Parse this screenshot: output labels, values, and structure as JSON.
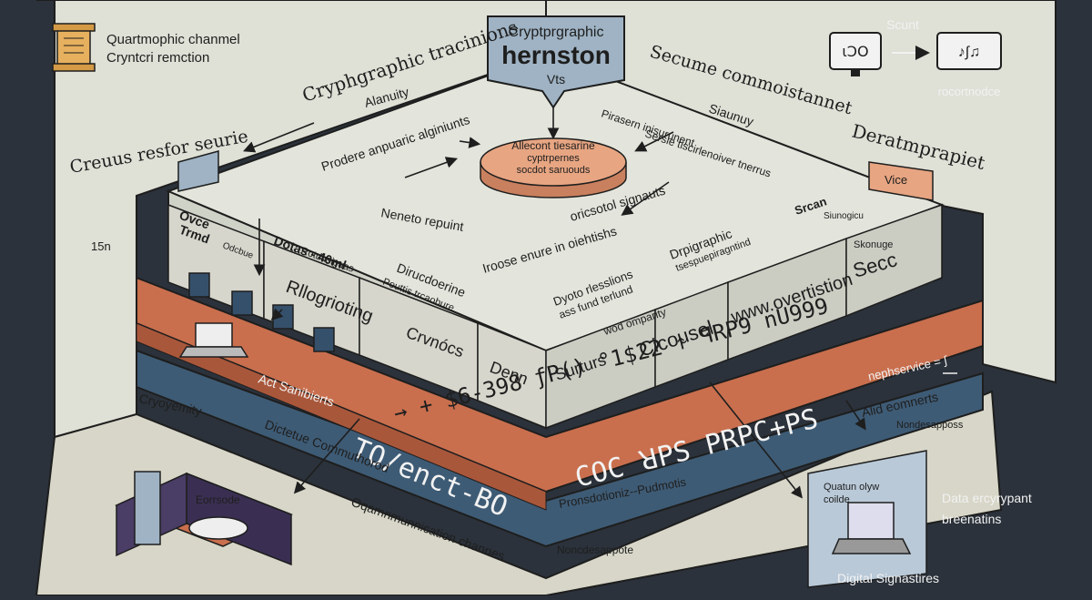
{
  "colors": {
    "background": "#2b323b",
    "panel": "#dfe0d6",
    "platform_top": "#cfd2c7",
    "block_face": "#d6d6cc",
    "orange_band": "#c96f4e",
    "navy_band": "#3e5b75",
    "badge_fill": "#9fb3c4",
    "disk": "#e7a582",
    "ink": "#1e1e1e"
  },
  "legend": {
    "line1": "Quartmophic chanmel",
    "line2": "Cryntcri remction",
    "icon": "scroll-icon"
  },
  "title_badge": {
    "line1": "Cryptprgraphic",
    "line2": "hernston",
    "line3": "Vts"
  },
  "top_right": {
    "label_top": "Scunt",
    "label_bottom": "rocortnodce",
    "icon_left": "monitor-icon",
    "icon_right": "waveform-icon"
  },
  "panel_labels": {
    "left_header": "Cryphgraphic tracinions",
    "left_side": "Creuus resfor seurie",
    "right_header": "Secume commoistannet",
    "right_side": "Deratmprapiet",
    "right_tag": "Vice",
    "left_num": "15n",
    "alanuity": "Alanuity",
    "siaunuy": "Siaunuy"
  },
  "platform": {
    "disk_text": [
      "Allecont tiesarine",
      "cyptrpernes",
      "socdot saruouds"
    ],
    "note_left": "Prodere anpuaric alginiunts",
    "note_right1": "Pirasern inisurunent",
    "note_right2": "Sersie tiscirlenoiver tnerrus",
    "center1": "Neneto repuint",
    "center2": "oricsotol signauts",
    "center3": "Iroose enure in oiehtishs"
  },
  "blocks": {
    "b1_title1": "Ovce",
    "b1_title2": "Trmd",
    "b1_sub": "Odcbue",
    "b2_title": "Dotas - 40ml",
    "b2_sub": "Rotdusiguas",
    "b3_title": "Dirucdoerine",
    "b3_sub": "Pouttis trcaobure",
    "b4_line1": "Dyoto rlesslions",
    "b4_line2": "ass fund terlund",
    "b5_line1": "Drpigraphic",
    "b5_line2": "tsespuepiragntind",
    "b6_title": "Srcan",
    "b6_sub": "Siunogicu",
    "b6_sub2": "Skonuge",
    "secc": "Secc",
    "rilogrioting": "Rllogrioting",
    "crvnocs": "Crvnócs",
    "denn": "Denn",
    "surturs": "Surturs",
    "cicousel": "Cicousel",
    "wod": "wod omparity",
    "www": "www.overtistion"
  },
  "bands": {
    "orange_text": "→ + $6-398   ƒP()  °1$22 ↑  ꟼRP9  nU999",
    "navy_text": "COC  ꓤPS   PRPC+PS",
    "navy_big": "TO/enct-BO",
    "act": "Act Sanibierts",
    "nephservice": "nephservice = ∫",
    "alid": "Alid eomnerts",
    "nodes": "Nondesapposs"
  },
  "bottom": {
    "left_label": "Cryoyemity",
    "dictue": "Dictetue Commuthorod",
    "oqamm": "Oqamnmunnication channes",
    "nondes": "Noncdesappote",
    "prons": "Pronsdotioniz--Pudmotis",
    "eorrsode": "Eorrsode",
    "device_text1": "Quatun olyw",
    "device_text2": "coilde",
    "data_line1": "Data ercyrypant",
    "data_line2": "breenatins",
    "digital": "Digital Signastires"
  }
}
